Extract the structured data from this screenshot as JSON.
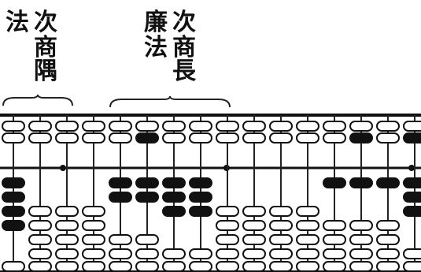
{
  "labels": {
    "col1": [
      "法",
      "",
      ""
    ],
    "col2": [
      "次",
      "商",
      "隅"
    ],
    "col3": [
      "廉",
      "法",
      ""
    ],
    "col4": [
      "次",
      "商",
      "長"
    ]
  },
  "abacus": {
    "rod_count": 16,
    "heaven_beads_per_rod": 2,
    "earth_beads_per_rod": 5,
    "dark_color": "#111111",
    "light_color": "#ffffff"
  }
}
